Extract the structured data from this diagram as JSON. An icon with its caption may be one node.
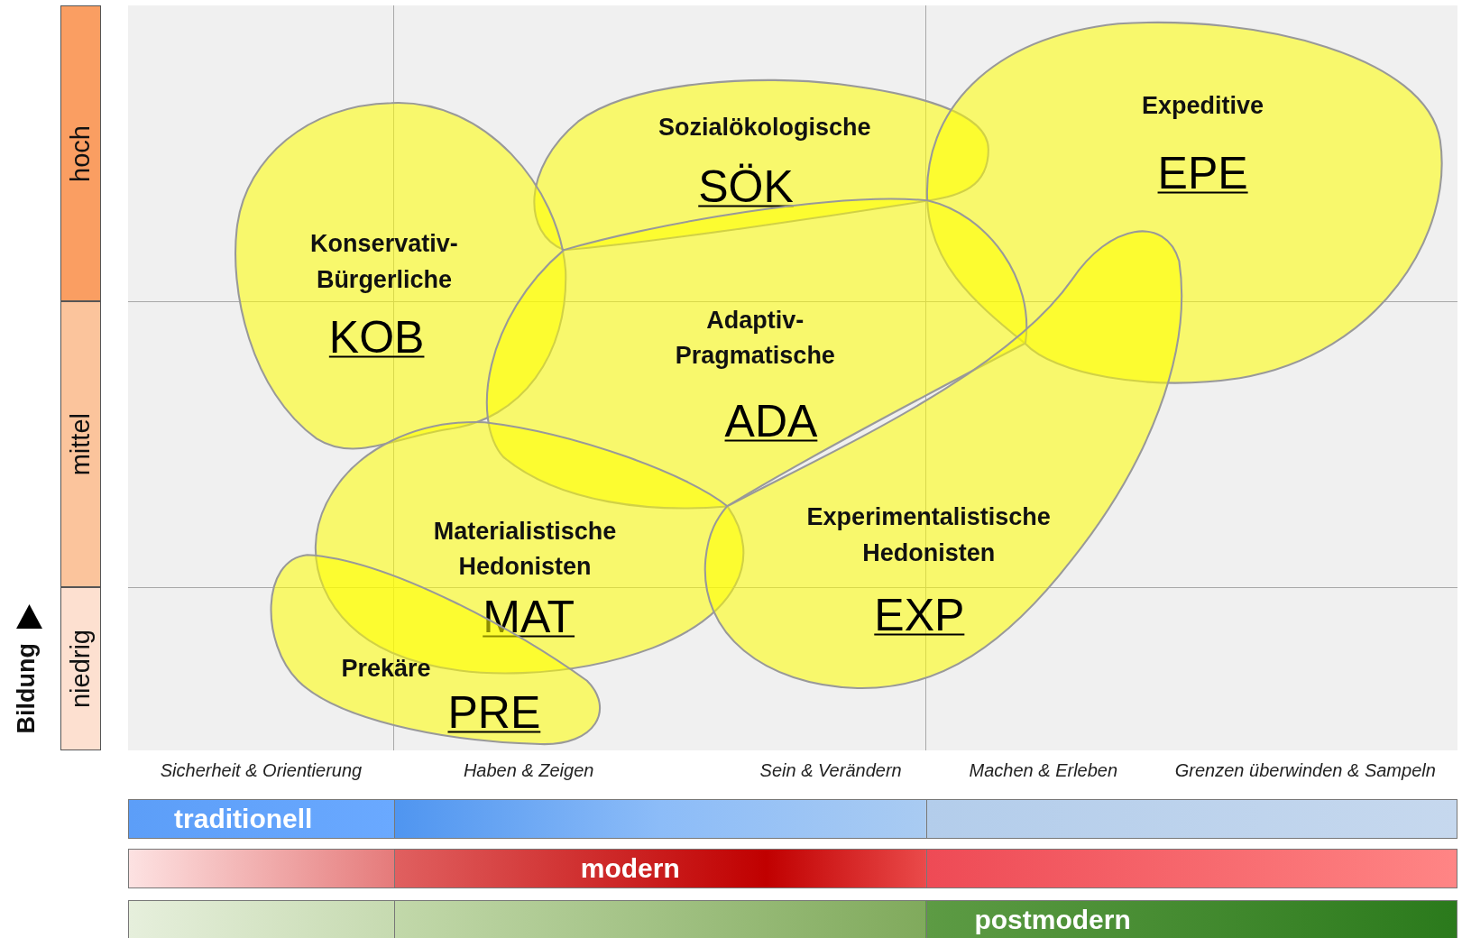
{
  "diagram": {
    "nodes": [
      {
        "text": [
          "Sozialökologische",
          "SÖK"
        ]
      },
      {
        "text": [
          "Expeditive",
          "EPE"
        ]
      },
      {
        "text": [
          "Konservativ- Bürgerliche",
          "KOB"
        ]
      },
      {
        "text": [
          "Adaptiv- Pragmatische",
          "ADA"
        ]
      },
      {
        "text": [
          "Materialistische Hedonisten",
          "MAT"
        ]
      },
      {
        "text": [
          "Experimentalistische Hedonisten",
          "EXP"
        ]
      },
      {
        "text": [
          "Prekäre",
          "PRE"
        ]
      },
      {
        "text": [
          "hoch"
        ]
      },
      {
        "text": [
          "mittel"
        ]
      },
      {
        "text": [
          "niedrig"
        ]
      },
      {
        "text": [
          "traditionell"
        ]
      },
      {
        "text": [
          "modern"
        ]
      },
      {
        "text": [
          "postmodern"
        ]
      }
    ],
    "labels": [
      "Bildung",
      "Sicherheit & Orientierung",
      "Haben & Zeigen",
      "Sein & Verändern",
      "Machen & Erleben",
      "Grenzen überwinden & Sampeln"
    ]
  }
}
